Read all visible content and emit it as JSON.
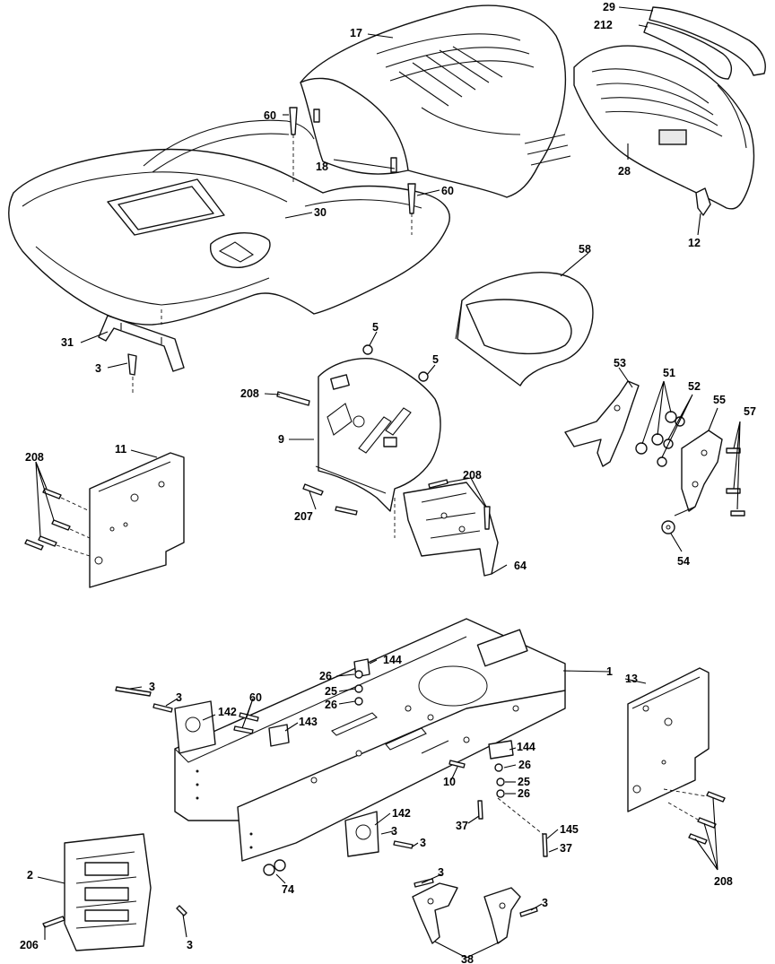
{
  "callouts": {
    "c1": "1",
    "c2": "2",
    "c3": "3",
    "c5": "5",
    "c9": "9",
    "c10": "10",
    "c11": "11",
    "c12": "12",
    "c13": "13",
    "c17": "17",
    "c18": "18",
    "c25": "25",
    "c26": "26",
    "c28": "28",
    "c29": "29",
    "c30": "30",
    "c31": "31",
    "c37": "37",
    "c38": "38",
    "c51": "51",
    "c52": "52",
    "c53": "53",
    "c54": "54",
    "c55": "55",
    "c57": "57",
    "c58": "58",
    "c60": "60",
    "c64": "64",
    "c74": "74",
    "c142": "142",
    "c143": "143",
    "c144": "144",
    "c145": "145",
    "c206": "206",
    "c207": "207",
    "c208": "208",
    "c212": "212"
  }
}
